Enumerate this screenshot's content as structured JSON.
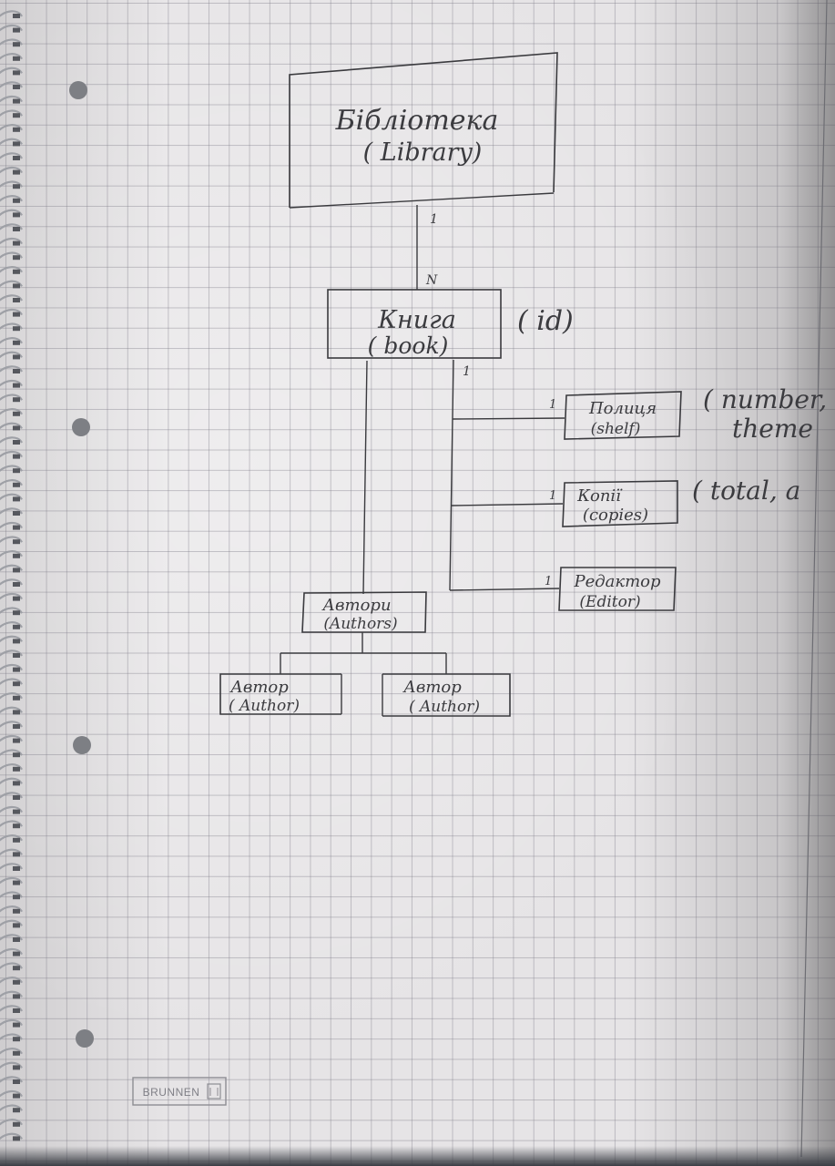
{
  "library": {
    "name_ua": "Бібліотека",
    "name_en": "( Library)"
  },
  "book": {
    "name_ua": "Книга",
    "name_en": "( book)",
    "attr": "( id)"
  },
  "shelf": {
    "name_ua": "Полиця",
    "name_en": "(shelf)",
    "attr_line1": "( number,",
    "attr_line2": "theme"
  },
  "copies": {
    "name_ua": "Копії",
    "name_en": "(copies)",
    "attr": "( total, a"
  },
  "editor": {
    "name_ua": "Редактор",
    "name_en": "(Editor)"
  },
  "authors": {
    "name_ua": "Автори",
    "name_en": "(Authors)"
  },
  "author_left": {
    "name_ua": "Автор",
    "name_en": "( Author)"
  },
  "author_right": {
    "name_ua": "Автор",
    "name_en": "( Author)"
  },
  "cardinality": {
    "library_book_top": "1",
    "library_book_bottom": "N",
    "book_side": "1",
    "shelf": "1",
    "copies": "1",
    "editor": "1"
  },
  "brand": {
    "name": "BRUNNEN"
  }
}
